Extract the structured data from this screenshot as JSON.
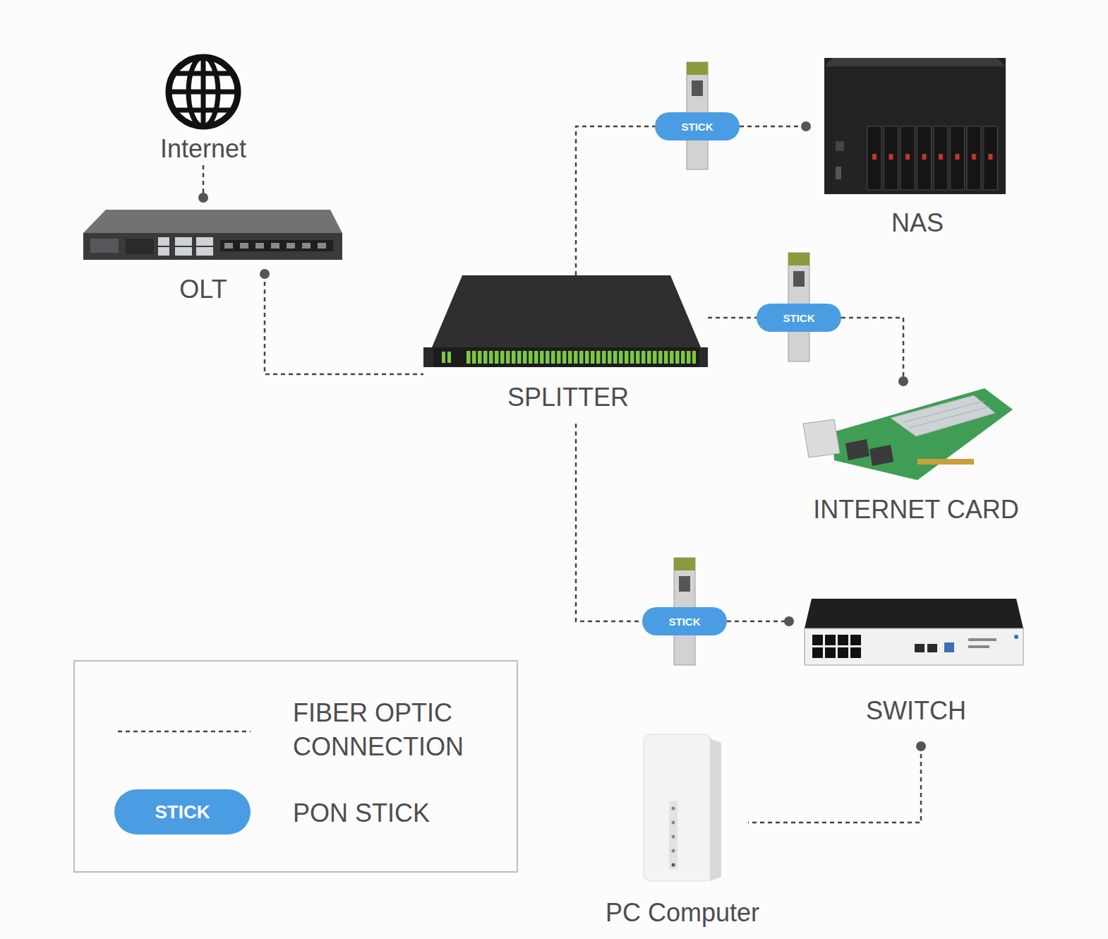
{
  "diagram": {
    "nodes": [
      {
        "text": [
          "Internet"
        ]
      },
      {
        "text": [
          "OLT"
        ]
      },
      {
        "text": [
          "SPLITTER"
        ]
      },
      {
        "text": [
          "STICK"
        ]
      },
      {
        "text": [
          "NAS"
        ]
      },
      {
        "text": [
          "STICK"
        ]
      },
      {
        "text": [
          "INTERNET CARD"
        ]
      },
      {
        "text": [
          "STICK"
        ]
      },
      {
        "text": [
          "SWITCH"
        ]
      },
      {
        "text": [
          "PC Computer"
        ]
      }
    ],
    "edges": [
      {
        "from": 0,
        "to": 1,
        "arrow": "none"
      },
      {
        "from": 1,
        "to": 2,
        "arrow": "none"
      },
      {
        "from": 2,
        "to": 3,
        "arrow": "none"
      },
      {
        "from": 3,
        "to": 4,
        "arrow": "none"
      },
      {
        "from": 2,
        "to": 5,
        "arrow": "none"
      },
      {
        "from": 5,
        "to": 6,
        "arrow": "none"
      },
      {
        "from": 2,
        "to": 7,
        "arrow": "none"
      },
      {
        "from": 7,
        "to": 8,
        "arrow": "none"
      },
      {
        "from": 8,
        "to": 9,
        "arrow": "none"
      }
    ],
    "labels": [
      "STICK"
    ],
    "legend": [
      {
        "text": "FIBER OPTIC CONNECTION"
      },
      {
        "text": "PON STICK",
        "color": "#4a9de3"
      }
    ]
  }
}
